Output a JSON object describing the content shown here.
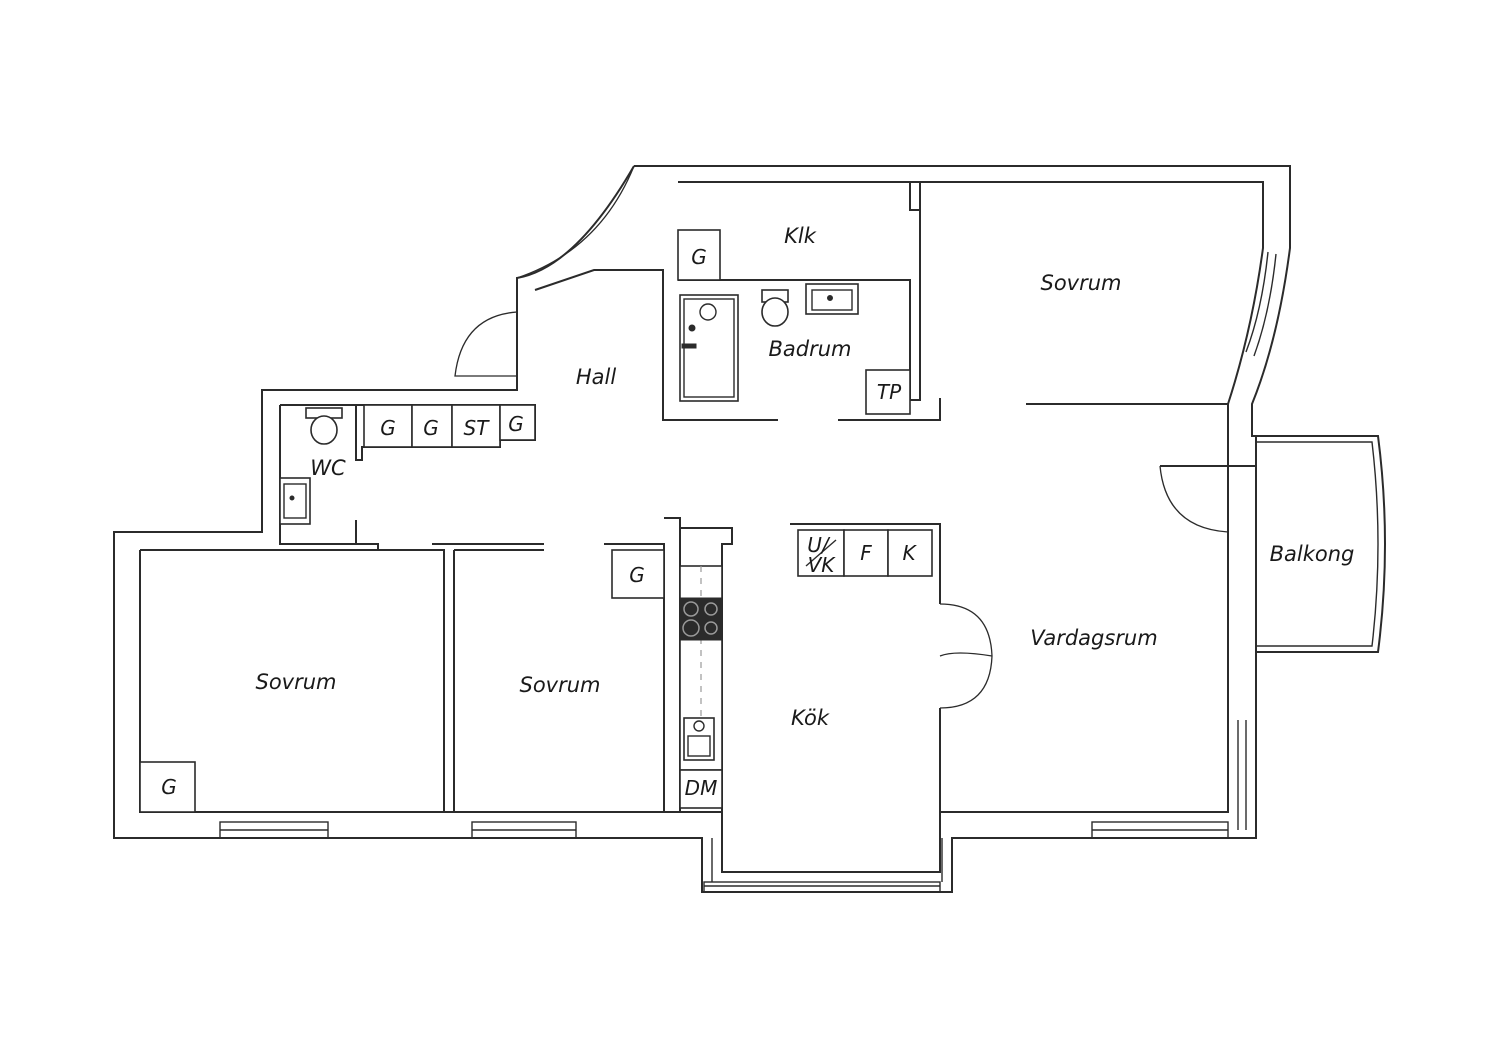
{
  "rooms": {
    "klk": "Klk",
    "sovrum_ne": "Sovrum",
    "badrum": "Badrum",
    "hall": "Hall",
    "wc": "WC",
    "sovrum_w": "Sovrum",
    "sovrum_c": "Sovrum",
    "kok": "Kök",
    "vardagsrum": "Vardagsrum",
    "balkong": "Balkong"
  },
  "fixtures": {
    "g": "G",
    "st": "ST",
    "tp": "TP",
    "dm": "DM",
    "uvk_top": "U/",
    "uvk_bottom": "VK",
    "f": "F",
    "k": "K"
  }
}
